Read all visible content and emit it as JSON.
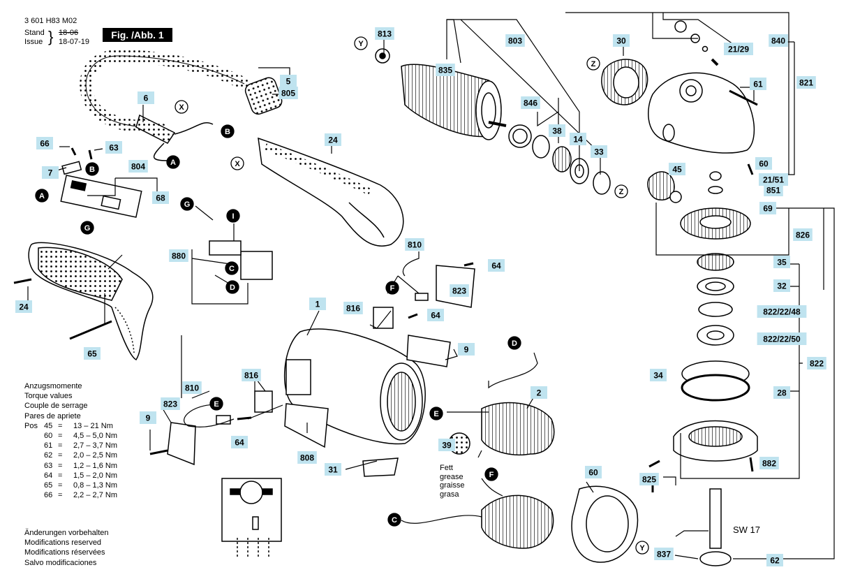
{
  "header": {
    "doc_number": "3 601 H83 M02",
    "stand_label": "Stand",
    "stand_date_struck": "18-06",
    "issue_label": "Issue",
    "issue_date": "18-07-19",
    "figure_label": "Fig. /Abb. 1"
  },
  "torque_table": {
    "titles": [
      "Anzugsmomente",
      "Torque values",
      "Couple de serrage",
      "Pares de apriete"
    ],
    "pos_label": "Pos",
    "rows": [
      {
        "pos": "45",
        "value": "13 – 21 Nm"
      },
      {
        "pos": "60",
        "value": "4,5 – 5,0 Nm"
      },
      {
        "pos": "61",
        "value": "2,7 – 3,7 Nm"
      },
      {
        "pos": "62",
        "value": "2,0 – 2,5 Nm"
      },
      {
        "pos": "63",
        "value": "1,2 – 1,6 Nm"
      },
      {
        "pos": "64",
        "value": "1,5 – 2,0 Nm"
      },
      {
        "pos": "65",
        "value": "0,8 – 1,3 Nm"
      },
      {
        "pos": "66",
        "value": "2,2 – 2,7 Nm"
      }
    ]
  },
  "notes": [
    "Änderungen vorbehalten",
    "Modifications reserved",
    "Modifications réservées",
    "Salvo modificaciones"
  ],
  "grease_note": [
    "Fett",
    "grease",
    "graisse",
    "grasa"
  ],
  "spanner_note": "SW 17",
  "part_labels": [
    "813",
    "803",
    "30",
    "840",
    "21/29",
    "835",
    "5",
    "805",
    "6",
    "821",
    "61",
    "846",
    "38",
    "14",
    "33",
    "60",
    "21/51",
    "851",
    "45",
    "66",
    "63",
    "24",
    "804",
    "7",
    "68",
    "69",
    "826",
    "880",
    "810",
    "64",
    "823",
    "35",
    "32",
    "822/22/48",
    "816",
    "64",
    "1",
    "822/22/50",
    "9",
    "2",
    "34",
    "28",
    "822",
    "816",
    "810",
    "823",
    "39",
    "64",
    "9",
    "808",
    "31",
    "60",
    "882",
    "825",
    "837",
    "62",
    "65",
    "24"
  ],
  "connector_labels": [
    "Y",
    "Z",
    "X",
    "B",
    "A",
    "B",
    "A",
    "G",
    "G",
    "I",
    "C",
    "D",
    "F",
    "D",
    "E",
    "E",
    "F",
    "C",
    "Y",
    "Z",
    "X"
  ],
  "colors": {
    "callout_fill": "#bfe3ef",
    "ink": "#000000"
  }
}
